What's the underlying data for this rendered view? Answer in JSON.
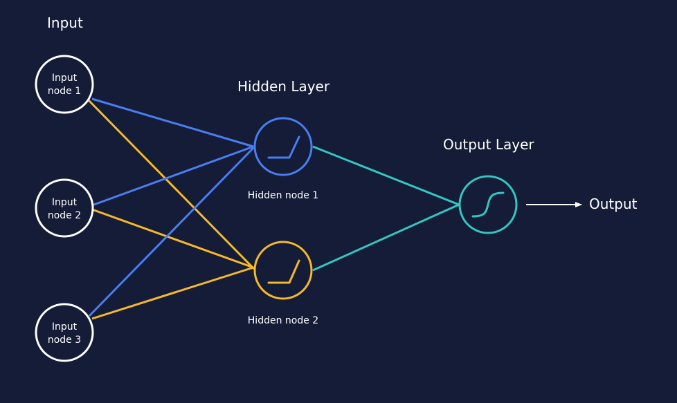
{
  "colors": {
    "background": "#141c37",
    "blue": "#4a7df0",
    "yellow": "#f5b92a",
    "teal": "#34c6c2",
    "white": "#ffffff"
  },
  "titles": {
    "input": "Input",
    "hidden": "Hidden Layer",
    "output_layer": "Output Layer"
  },
  "input_nodes": [
    {
      "line1": "Input",
      "line2": "node 1"
    },
    {
      "line1": "Input",
      "line2": "node 2"
    },
    {
      "line1": "Input",
      "line2": "node 3"
    }
  ],
  "hidden_nodes": [
    {
      "label": "Hidden node 1",
      "activation": "relu-icon"
    },
    {
      "label": "Hidden node 2",
      "activation": "relu-icon"
    }
  ],
  "output_node": {
    "activation": "sigmoid-icon"
  },
  "output_label": "Output"
}
